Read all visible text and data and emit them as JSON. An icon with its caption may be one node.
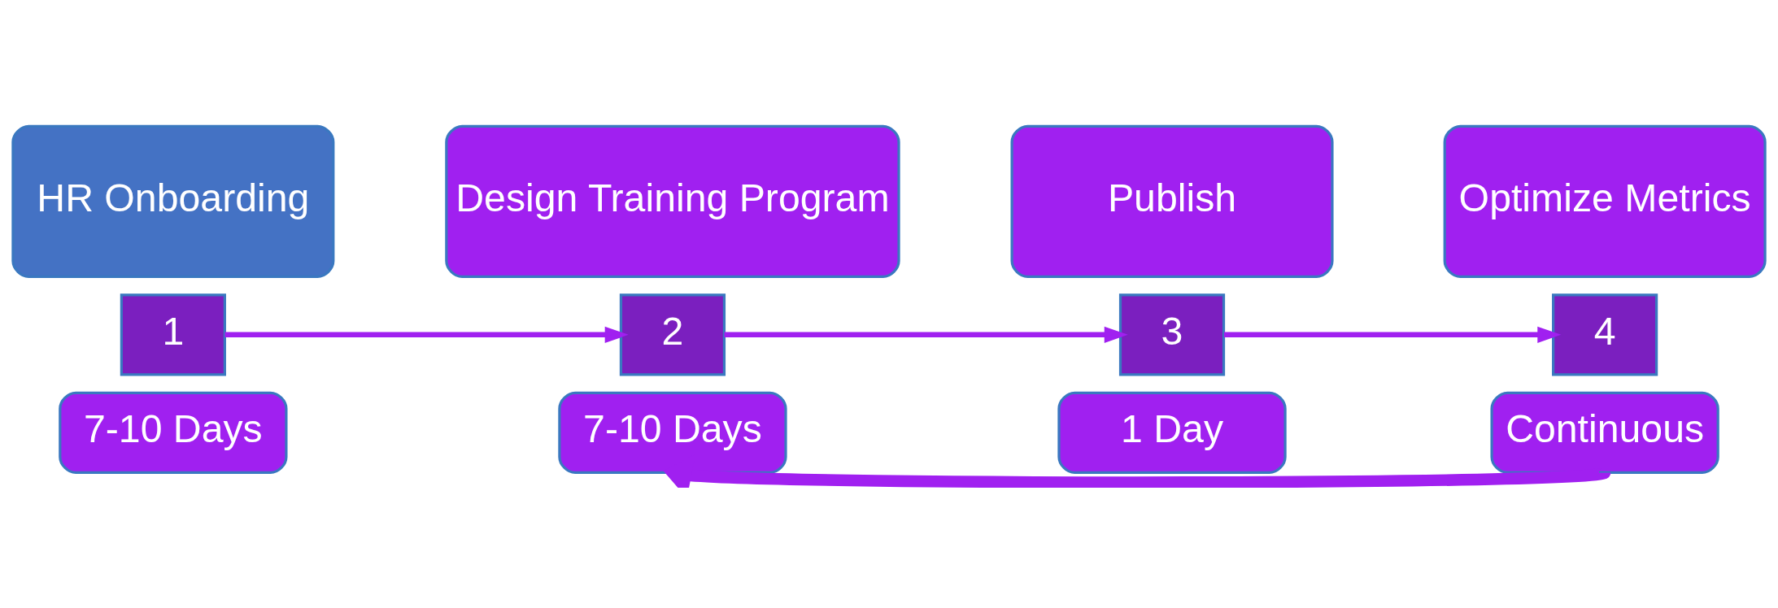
{
  "diagram": {
    "nodes": [
      {
        "text": [
          "HR Onboarding"
        ]
      },
      {
        "text": [
          "Design Training Program"
        ]
      },
      {
        "text": [
          "Publish"
        ]
      },
      {
        "text": [
          "Optimize Metrics"
        ]
      },
      {
        "text": [
          "1"
        ]
      },
      {
        "text": [
          "2"
        ]
      },
      {
        "text": [
          "3"
        ]
      },
      {
        "text": [
          "4"
        ]
      },
      {
        "text": [
          "7-10 Days"
        ]
      },
      {
        "text": [
          "7-10 Days"
        ]
      },
      {
        "text": [
          "1 Day"
        ]
      },
      {
        "text": [
          "Continuous"
        ]
      }
    ],
    "edges": [
      {
        "from": 4,
        "to": 5,
        "arrow": "to"
      },
      {
        "from": 5,
        "to": 6,
        "arrow": "to"
      },
      {
        "from": 6,
        "to": 7,
        "arrow": "to"
      },
      {
        "from": 11,
        "to": 9,
        "arrow": "to",
        "style": "thick"
      }
    ]
  }
}
